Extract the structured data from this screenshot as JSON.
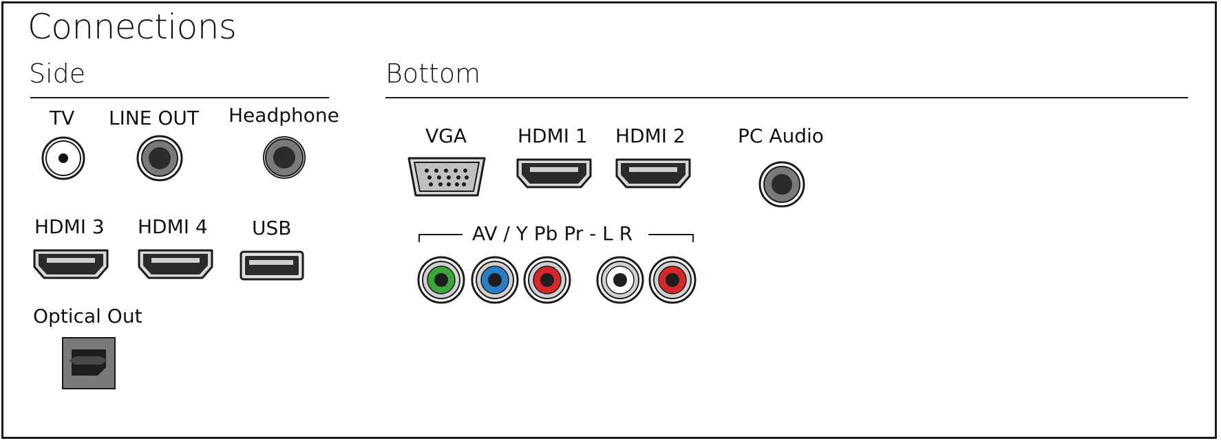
{
  "title": "Connections",
  "sections": {
    "side": "Side",
    "bottom": "Bottom"
  },
  "side_ports": {
    "tv": {
      "label": "TV",
      "icon": "coax-jack-icon"
    },
    "line_out": {
      "label": "LINE OUT",
      "icon": "audio-jack-icon"
    },
    "headphone": {
      "label": "Headphone",
      "icon": "audio-jack-icon"
    },
    "hdmi3": {
      "label": "HDMI 3",
      "icon": "hdmi-port-icon"
    },
    "hdmi4": {
      "label": "HDMI 4",
      "icon": "hdmi-port-icon"
    },
    "usb": {
      "label": "USB",
      "icon": "usb-port-icon"
    },
    "optical_out": {
      "label": "Optical Out",
      "icon": "optical-port-icon"
    }
  },
  "bottom_ports": {
    "vga": {
      "label": "VGA",
      "icon": "vga-port-icon"
    },
    "hdmi1": {
      "label": "HDMI 1",
      "icon": "hdmi-port-icon"
    },
    "hdmi2": {
      "label": "HDMI 2",
      "icon": "hdmi-port-icon"
    },
    "pc_audio": {
      "label": "PC Audio",
      "icon": "audio-jack-icon"
    },
    "av_group": {
      "label": "AV / Y Pb Pr - L R",
      "jacks": [
        {
          "name": "Y",
          "color": "#3aa63a"
        },
        {
          "name": "Pb",
          "color": "#2a7fc9"
        },
        {
          "name": "Pr",
          "color": "#d62828"
        },
        {
          "name": "L",
          "color": "#ffffff"
        },
        {
          "name": "R",
          "color": "#d62828"
        }
      ]
    }
  },
  "colors": {
    "port_dark": "#2b2b2b",
    "port_grey": "#7a7a7a",
    "frame": "#1a1a1a"
  }
}
